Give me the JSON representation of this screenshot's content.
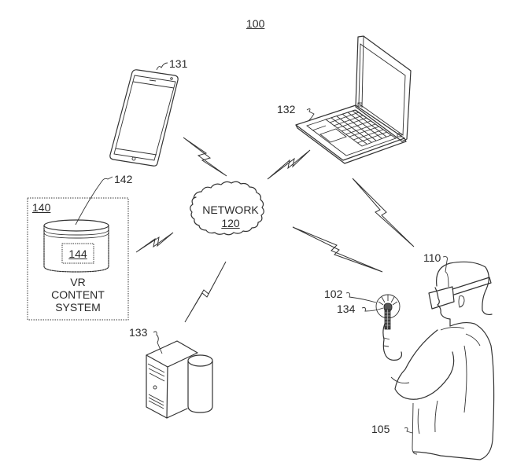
{
  "figure": {
    "reference": "100",
    "network": {
      "label": "NETWORK",
      "ref": "120"
    },
    "devices": {
      "smartphone": {
        "ref": "131"
      },
      "laptop": {
        "ref": "132"
      },
      "server": {
        "ref": "133"
      }
    },
    "vr_content_system": {
      "ref": "140",
      "database_ref": "142",
      "content_ref": "144",
      "label_lines": [
        "VR",
        "CONTENT",
        "SYSTEM"
      ]
    },
    "user": {
      "ref": "105",
      "hmd_ref": "110",
      "controller_ref": "102",
      "controller_light_ref": "134"
    }
  }
}
